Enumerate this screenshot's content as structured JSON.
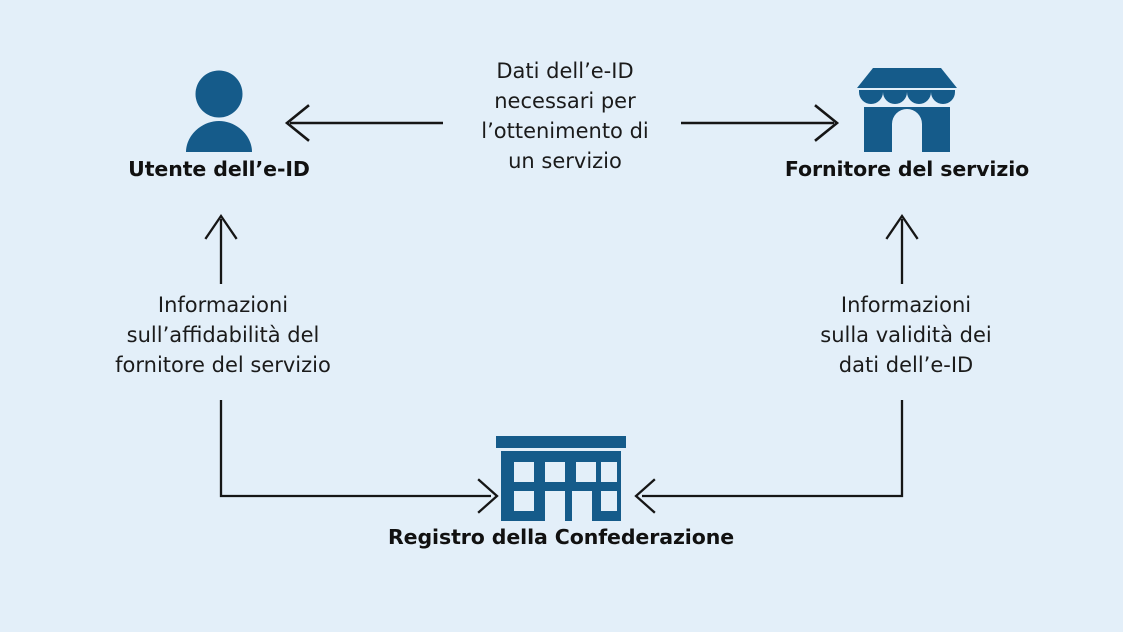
{
  "canvas": {
    "background_color": "#e3eff9",
    "icon_color": "#155b8a",
    "line_color": "#161616",
    "text_color": "#1b1b1b"
  },
  "nodes": [
    {
      "id": "user",
      "icon": "person-icon",
      "label": "Utente dell’e-ID"
    },
    {
      "id": "provider",
      "icon": "shop-icon",
      "label": "Fornitore del servizio"
    },
    {
      "id": "registry",
      "icon": "government-building-icon",
      "label": "Registro della Confederazione"
    }
  ],
  "edges": [
    {
      "id": "top",
      "label": "Dati dell’e-ID\nnecessari per\nl’ottenimento di\nun servizio",
      "from": "user",
      "to": "provider",
      "direction": "bidirectional"
    },
    {
      "id": "left",
      "label": "Informazioni\nsull’affidabilità del\nfornitore del servizio",
      "from": "registry",
      "to": "user",
      "direction": "up"
    },
    {
      "id": "right",
      "label": "Informazioni\nsulla validità dei\ndati dell’e-ID",
      "from": "registry",
      "to": "provider",
      "direction": "up"
    }
  ]
}
